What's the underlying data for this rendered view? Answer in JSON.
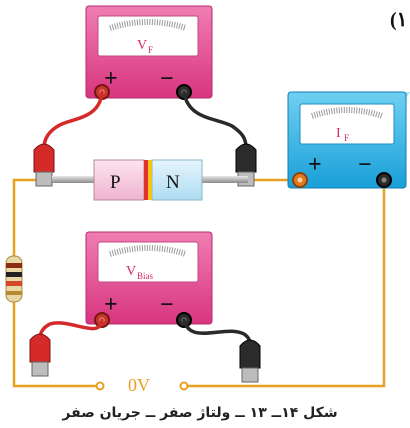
{
  "corner_label": "(۱",
  "meters": {
    "vf": {
      "symbol": "V",
      "subscript": "F"
    },
    "if": {
      "symbol": "I",
      "subscript": "F"
    },
    "bias": {
      "symbol": "V",
      "subscript": "Bias"
    }
  },
  "terminals": {
    "plus": "+",
    "minus": "−"
  },
  "diode": {
    "p_label": "P",
    "n_label": "N"
  },
  "source": {
    "voltage_label": "0V"
  },
  "caption": "شکل ۱۴ــ ۱۳ ــ ولتاژ صفر ــ جریان صفر",
  "colors": {
    "meter_pink": "#e43f8b",
    "meter_blue": "#1faee4",
    "wire_orange": "#e8a020",
    "lead_red": "#d42a2a",
    "lead_black": "#2a2a2a",
    "diode_p": "#f6c6dc",
    "diode_n": "#c6e6f5"
  }
}
